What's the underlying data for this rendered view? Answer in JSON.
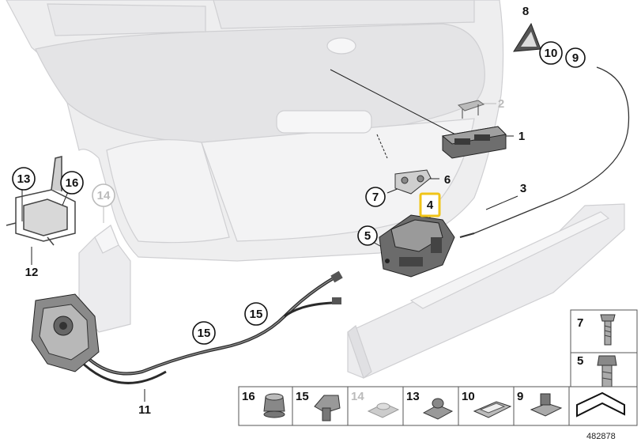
{
  "diagram": {
    "reference_number": "482878",
    "highlight_color": "#f0c419",
    "callouts": [
      {
        "id": "c8",
        "label": "8"
      },
      {
        "id": "c10",
        "label": "10"
      },
      {
        "id": "c9",
        "label": "9"
      },
      {
        "id": "c2",
        "label": "2"
      },
      {
        "id": "c1",
        "label": "1"
      },
      {
        "id": "c6",
        "label": "6"
      },
      {
        "id": "c7",
        "label": "7"
      },
      {
        "id": "c3",
        "label": "3"
      },
      {
        "id": "c4",
        "label": "4"
      },
      {
        "id": "c5",
        "label": "5"
      },
      {
        "id": "c13",
        "label": "13"
      },
      {
        "id": "c16",
        "label": "16"
      },
      {
        "id": "c14",
        "label": "14"
      },
      {
        "id": "c12",
        "label": "12"
      },
      {
        "id": "c15a",
        "label": "15"
      },
      {
        "id": "c15b",
        "label": "15"
      },
      {
        "id": "c11",
        "label": "11"
      }
    ],
    "side_table": [
      {
        "label": "7"
      },
      {
        "label": "5"
      }
    ],
    "bottom_table": [
      {
        "label": "16"
      },
      {
        "label": "15"
      },
      {
        "label": "14"
      },
      {
        "label": "13"
      },
      {
        "label": "10"
      },
      {
        "label": "9"
      }
    ]
  }
}
